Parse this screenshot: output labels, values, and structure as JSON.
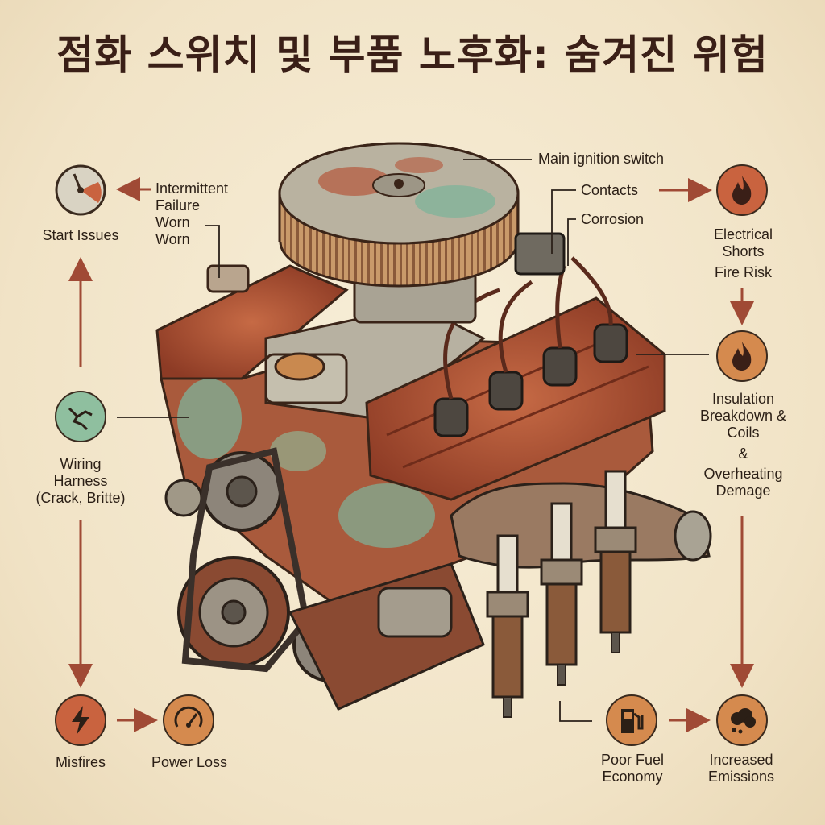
{
  "title": "점화 스위치 및 부품 노후화: 숨겨진 위험",
  "labels": {
    "main_switch": "Main ignition switch",
    "contacts": "Contacts",
    "corrosion": "Corrosion",
    "intermittent": "Intermittent",
    "failure": "Failure",
    "worn1": "Worn",
    "worn2": "Worn",
    "start_issues": "Start Issues",
    "wiring_harness": "Wiring",
    "wiring_harness_2": "Harness",
    "wiring_harness_3": "(Crack, Britte)",
    "electrical_shorts": "Electrical",
    "electrical_shorts_2": "Shorts",
    "fire_risk": "Fire Risk",
    "insulation_1": "Insulation",
    "insulation_2": "Breakdown &",
    "insulation_3": "Coils",
    "amp": "&",
    "overheating_1": "Overheating",
    "overheating_2": "Demage",
    "misfires": "Misfires",
    "power_loss": "Power Loss",
    "poor_fuel_1": "Poor Fuel",
    "poor_fuel_2": "Economy",
    "emissions_1": "Increased",
    "emissions_2": "Emissions"
  },
  "icons": {
    "start": "gauge-icon",
    "wiring": "cracked-wire-icon",
    "electrical": "flame-icon",
    "insulation": "flame-icon",
    "misfires": "lightning-icon",
    "power": "speedometer-icon",
    "fuel": "fuel-pump-icon",
    "emissions": "smoke-cloud-icon"
  },
  "colors": {
    "rust": "#b5573a",
    "patina": "#7fb39a",
    "arrow": "#a04a35",
    "icon_red": "#c9633f",
    "icon_orange": "#d58a4e",
    "icon_green": "#8fbf9f"
  }
}
